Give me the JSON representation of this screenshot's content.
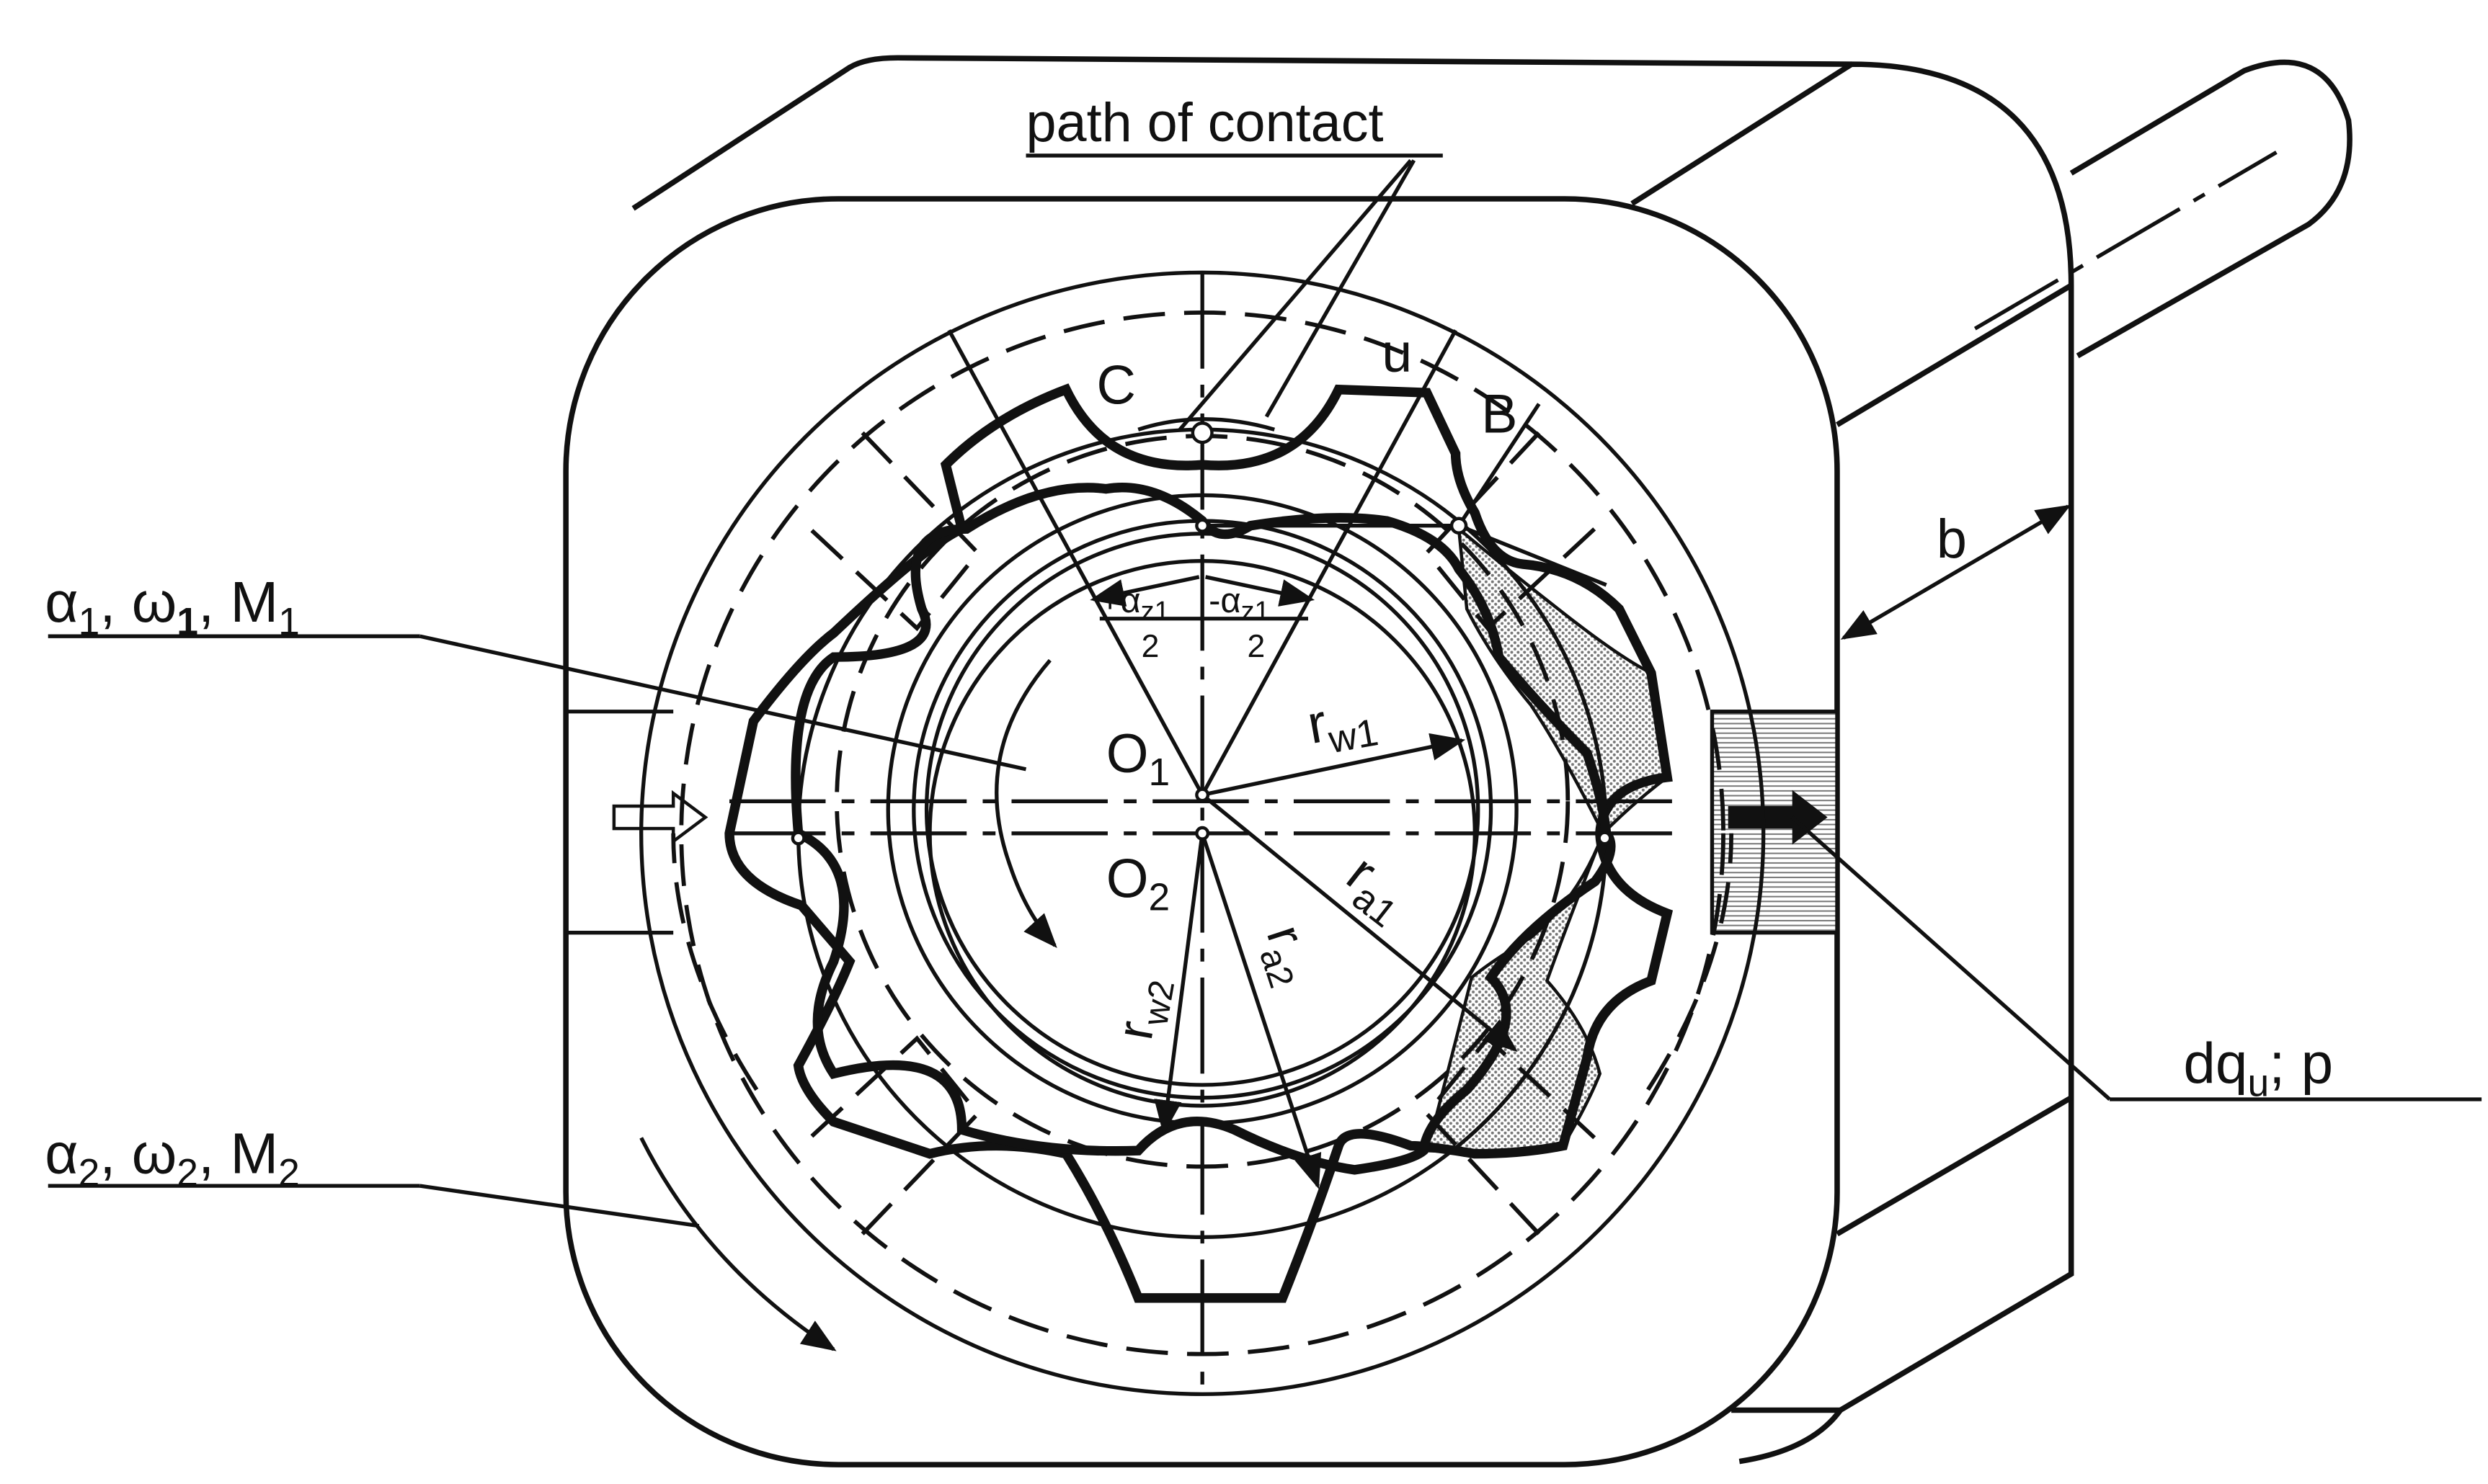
{
  "labels": {
    "path_of_contact": "path of contact",
    "point_c": "C",
    "point_u": "u",
    "point_b": "B",
    "width_b": "b",
    "alpha": "α",
    "omega": "ω",
    "moment": "M",
    "sub_1": "1",
    "sub_2": "2",
    "comma": ",",
    "center_o": "O",
    "radius_r": "r",
    "sub_w1": "w1",
    "sub_w2": "w2",
    "sub_a1": "a1",
    "sub_a2": "a2",
    "plus_alpha": "+α",
    "minus_alpha": "-α",
    "sub_z1": "z1",
    "half_den": "2",
    "flow_dq": "dq",
    "flow_sub_u": "u",
    "flow_p": "; p"
  },
  "colors": {
    "line": "#111111",
    "hatch": "#9a9a9a",
    "background": "#ffffff"
  }
}
